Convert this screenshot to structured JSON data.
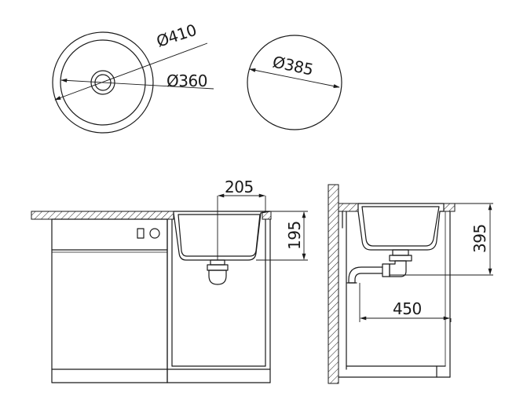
{
  "dimensions": {
    "outer_diameter": "Ø410",
    "inner_diameter": "Ø360",
    "cutout_diameter": "Ø385",
    "drain_offset": "205",
    "bowl_depth": "195",
    "total_depth": "395",
    "wall_distance": "450"
  },
  "colors": {
    "line": "#1a1a1a",
    "background": "#ffffff"
  }
}
